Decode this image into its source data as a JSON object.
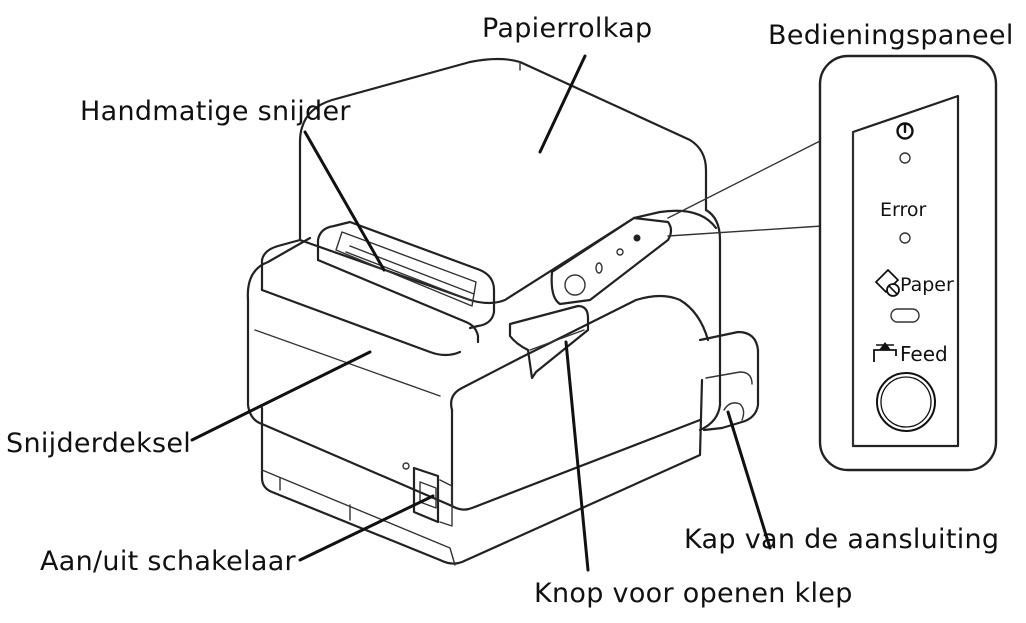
{
  "labels": {
    "paper_roll_cover": "Papierrolkap",
    "control_panel": "Bedieningspaneel",
    "manual_cutter": "Handmatige snijder",
    "cutter_cover": "Snijderdeksel",
    "power_switch": "Aan/uit schakelaar",
    "connector_cover": "Kap van de aansluiting",
    "cover_open_button": "Knop voor openen klep"
  },
  "panel": {
    "error_label": "Error",
    "paper_label": "Paper",
    "feed_label": "Feed"
  }
}
